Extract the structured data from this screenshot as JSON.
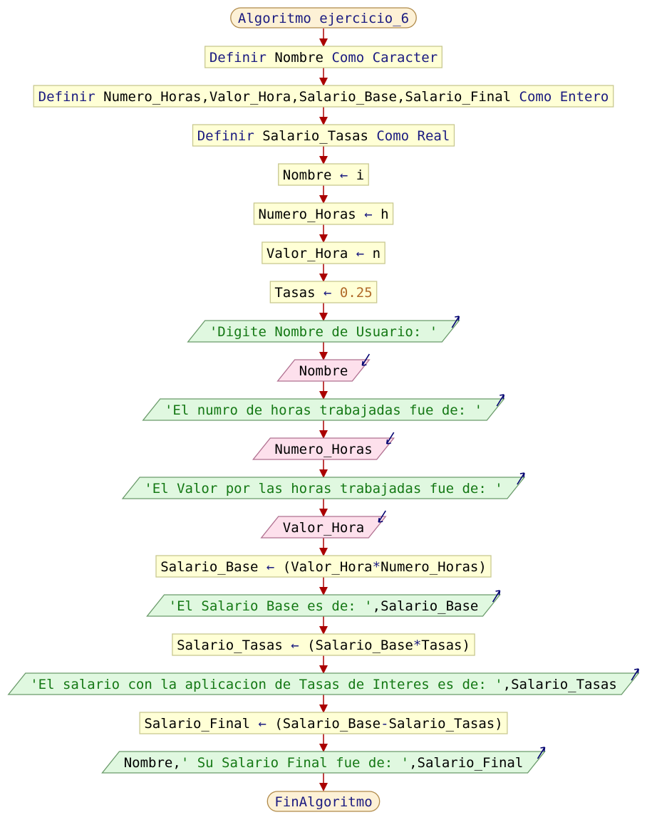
{
  "title": "Algoritmo ejercicio_6",
  "colors": {
    "terminal_fill": "#fdf1d6",
    "terminal_stroke": "#b08a4a",
    "process_fill": "#ffffd6",
    "process_stroke": "#c8c890",
    "output_fill": "#e0f8e0",
    "output_stroke": "#6a9a6a",
    "input_fill": "#fde0ec",
    "input_stroke": "#b07090",
    "arrow": "#aa0000",
    "keyword": "#1a1a80",
    "string": "#147814",
    "number": "#b06a2a"
  },
  "nodes": [
    {
      "type": "terminal",
      "tokens": [
        {
          "t": "Algoritmo ejercicio_6",
          "c": "kw"
        }
      ]
    },
    {
      "type": "process",
      "tokens": [
        {
          "t": "Definir ",
          "c": "kw"
        },
        {
          "t": "Nombre ",
          "c": "var"
        },
        {
          "t": "Como Caracter",
          "c": "kw"
        }
      ]
    },
    {
      "type": "process",
      "tokens": [
        {
          "t": "Definir ",
          "c": "kw"
        },
        {
          "t": "Numero_Horas,Valor_Hora,Salario_Base,Salario_Final ",
          "c": "var"
        },
        {
          "t": "Como Entero",
          "c": "kw"
        }
      ]
    },
    {
      "type": "process",
      "tokens": [
        {
          "t": "Definir ",
          "c": "kw"
        },
        {
          "t": "Salario_Tasas ",
          "c": "var"
        },
        {
          "t": "Como Real",
          "c": "kw"
        }
      ]
    },
    {
      "type": "process",
      "tokens": [
        {
          "t": "Nombre ",
          "c": "var"
        },
        {
          "t": "← ",
          "c": "op"
        },
        {
          "t": "i",
          "c": "var"
        }
      ]
    },
    {
      "type": "process",
      "tokens": [
        {
          "t": "Numero_Horas ",
          "c": "var"
        },
        {
          "t": "← ",
          "c": "op"
        },
        {
          "t": "h",
          "c": "var"
        }
      ]
    },
    {
      "type": "process",
      "tokens": [
        {
          "t": "Valor_Hora ",
          "c": "var"
        },
        {
          "t": "← ",
          "c": "op"
        },
        {
          "t": "n",
          "c": "var"
        }
      ]
    },
    {
      "type": "process",
      "tokens": [
        {
          "t": "Tasas ",
          "c": "var"
        },
        {
          "t": "← ",
          "c": "op"
        },
        {
          "t": "0.25",
          "c": "num"
        }
      ]
    },
    {
      "type": "output",
      "tokens": [
        {
          "t": "'Digite Nombre de Usuario: '",
          "c": "str"
        }
      ]
    },
    {
      "type": "input",
      "tokens": [
        {
          "t": "Nombre",
          "c": "var"
        }
      ]
    },
    {
      "type": "output",
      "tokens": [
        {
          "t": "'El numro de horas trabajadas fue de: '",
          "c": "str"
        }
      ]
    },
    {
      "type": "input",
      "tokens": [
        {
          "t": "Numero_Horas",
          "c": "var"
        }
      ]
    },
    {
      "type": "output",
      "tokens": [
        {
          "t": "'El Valor por las horas trabajadas fue de: '",
          "c": "str"
        }
      ]
    },
    {
      "type": "input",
      "tokens": [
        {
          "t": "Valor_Hora",
          "c": "var"
        }
      ]
    },
    {
      "type": "process",
      "tokens": [
        {
          "t": "Salario_Base ",
          "c": "var"
        },
        {
          "t": "← ",
          "c": "op"
        },
        {
          "t": "(Valor_Hora",
          "c": "var"
        },
        {
          "t": "*",
          "c": "op"
        },
        {
          "t": "Numero_Horas)",
          "c": "var"
        }
      ]
    },
    {
      "type": "output",
      "tokens": [
        {
          "t": "'El Salario Base es de: '",
          "c": "str"
        },
        {
          "t": ",Salario_Base",
          "c": "var"
        }
      ]
    },
    {
      "type": "process",
      "tokens": [
        {
          "t": "Salario_Tasas ",
          "c": "var"
        },
        {
          "t": "← ",
          "c": "op"
        },
        {
          "t": "(Salario_Base",
          "c": "var"
        },
        {
          "t": "*",
          "c": "op"
        },
        {
          "t": "Tasas)",
          "c": "var"
        }
      ]
    },
    {
      "type": "output",
      "tokens": [
        {
          "t": "'El salario con la aplicacion de Tasas de Interes es de: '",
          "c": "str"
        },
        {
          "t": ",Salario_Tasas",
          "c": "var"
        }
      ]
    },
    {
      "type": "process",
      "tokens": [
        {
          "t": "Salario_Final ",
          "c": "var"
        },
        {
          "t": "← ",
          "c": "op"
        },
        {
          "t": "(Salario_Base",
          "c": "var"
        },
        {
          "t": "-",
          "c": "op"
        },
        {
          "t": "Salario_Tasas)",
          "c": "var"
        }
      ]
    },
    {
      "type": "output",
      "tokens": [
        {
          "t": "Nombre,",
          "c": "var"
        },
        {
          "t": "' Su Salario Final fue de: '",
          "c": "str"
        },
        {
          "t": ",Salario_Final",
          "c": "var"
        }
      ]
    },
    {
      "type": "terminal",
      "tokens": [
        {
          "t": "FinAlgoritmo",
          "c": "kw"
        }
      ]
    }
  ]
}
